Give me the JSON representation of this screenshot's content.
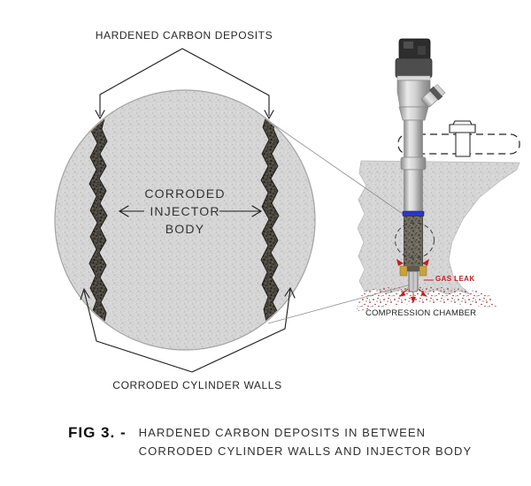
{
  "figure": {
    "top_label": "HARDENED CARBON DEPOSITS",
    "center_label": "CORRODED\nINJECTOR\nBODY",
    "bottom_label": "CORRODED CYLINDER WALLS",
    "gas_leak_label": "GAS LEAK",
    "compression_chamber_label": "COMPRESSION CHAMBER"
  },
  "caption": {
    "fig_label": "FIG 3. -",
    "line1": "HARDENED CARBON DEPOSITS IN BETWEEN",
    "line2": "CORRODED CYLINDER WALLS AND INJECTOR BODY"
  },
  "colors": {
    "gas_leak_red": "#c22020",
    "blue_ring": "#2a35c8",
    "deposit_dark": "#4e4a40",
    "texture_gray": "#d7d7d7",
    "metal_gray": "#d2d2d2"
  }
}
